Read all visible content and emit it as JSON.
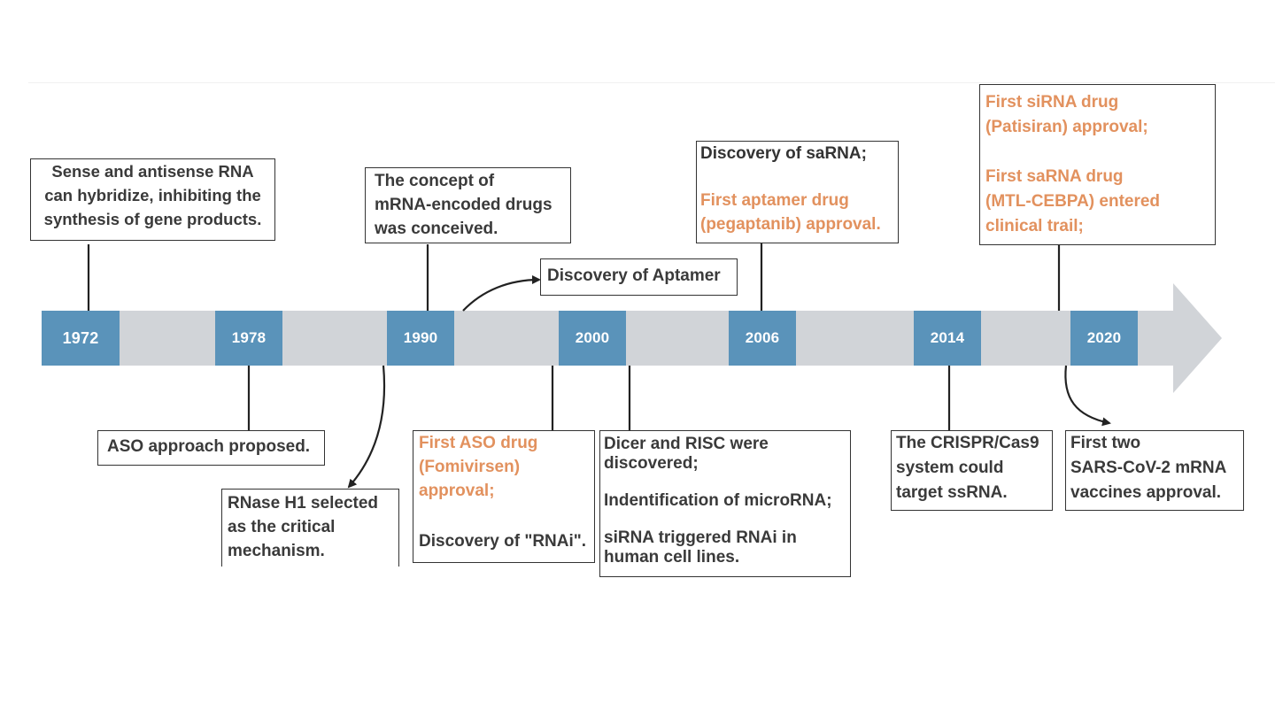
{
  "colors": {
    "arrow_fill": "#d1d4d8",
    "year_fill": "#5a93ba",
    "year_text": "#ffffff",
    "text_dark": "#3a3a3a",
    "text_orange": "#e2915e",
    "box_border": "#333333"
  },
  "timeline": {
    "years": [
      "1972",
      "1978",
      "1990",
      "2000",
      "2006",
      "2014",
      "2020"
    ]
  },
  "events": {
    "e1972": {
      "lines": [
        "Sense and antisense RNA",
        "can hybridize, inhibiting the",
        "synthesis of gene products."
      ]
    },
    "e1978": {
      "text": "ASO approach proposed."
    },
    "rnase": {
      "lines": [
        "RNase H1 selected",
        "as the critical",
        "mechanism."
      ]
    },
    "e1990": {
      "lines": [
        "The concept of",
        "mRNA-encoded drugs",
        "was conceived."
      ]
    },
    "aptamer": {
      "text": "Discovery of Aptamer"
    },
    "aso_drug": {
      "orange_lines": [
        "First ASO drug",
        "(Fomivirsen)",
        "approval;"
      ],
      "dark_text": "Discovery of \"RNAi\"."
    },
    "e2000": {
      "dicer_lines": [
        "Dicer and RISC were",
        "discovered;"
      ],
      "microrna": "Indentification of microRNA;",
      "sirna_lines": [
        "siRNA triggered RNAi in",
        "human cell lines."
      ]
    },
    "e2006": {
      "dark_text": "Discovery of saRNA;",
      "orange_lines": [
        "First aptamer drug",
        "(pegaptanib) approval."
      ]
    },
    "e2014": {
      "lines": [
        "The CRISPR/Cas9",
        "system could",
        "target ssRNA."
      ]
    },
    "e2020_top": {
      "sirna_lines": [
        "First siRNA drug",
        "(Patisiran) approval;"
      ],
      "sarna_lines": [
        "First saRNA drug",
        "(MTL-CEBPA) entered",
        "clinical trail;"
      ]
    },
    "e2020_bottom": {
      "lines": [
        "First two",
        "SARS-CoV-2 mRNA",
        "vaccines approval."
      ]
    }
  }
}
